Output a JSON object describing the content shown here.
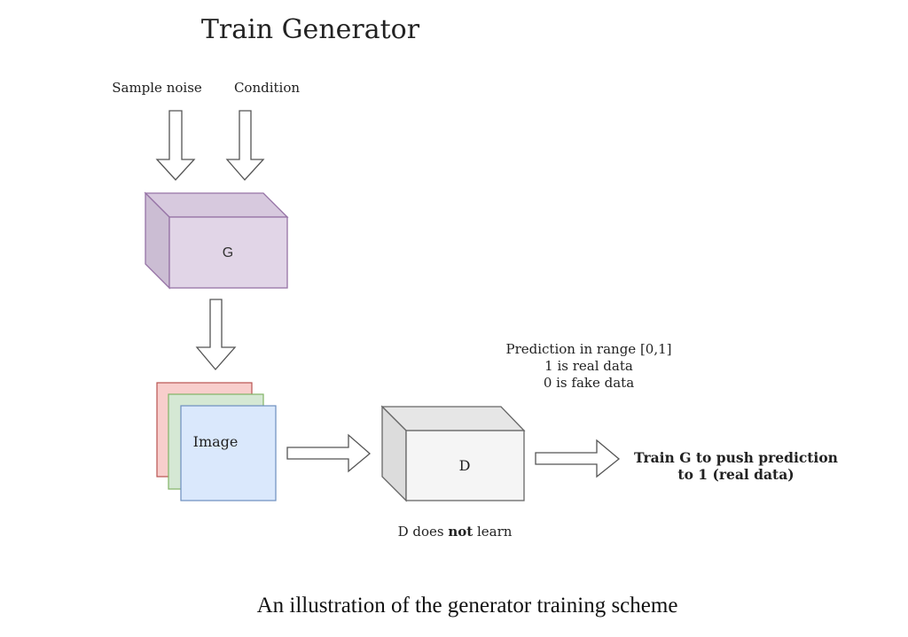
{
  "diagram": {
    "title": "Train Generator",
    "inputs": {
      "noise_label": "Sample noise",
      "condition_label": "Condition"
    },
    "generator": {
      "label": "G",
      "colors": {
        "front": "#e1d5e7",
        "top": "#d7c9de",
        "side": "#cbbdd3",
        "stroke": "#9673a6"
      }
    },
    "image": {
      "label": "Image",
      "layers": [
        {
          "name": "red",
          "fill": "#f8cecc",
          "stroke": "#b85450"
        },
        {
          "name": "green",
          "fill": "#d5e8d4",
          "stroke": "#82b366"
        },
        {
          "name": "blue",
          "fill": "#dae8fc",
          "stroke": "#6c8ebf"
        }
      ]
    },
    "discriminator": {
      "label": "D",
      "note_prefix": "D does ",
      "note_bold": "not",
      "note_suffix": " learn",
      "colors": {
        "front": "#f5f5f5",
        "top": "#e6e6e6",
        "side": "#dcdcdc",
        "stroke": "#666666"
      }
    },
    "prediction_note": {
      "lines": [
        "Prediction in range [0,1]",
        "1 is real data",
        "0 is fake data"
      ]
    },
    "outcome": {
      "lines": [
        "Train G to push prediction",
        "to 1 (real data)"
      ]
    },
    "caption": "An illustration of the generator training scheme"
  }
}
